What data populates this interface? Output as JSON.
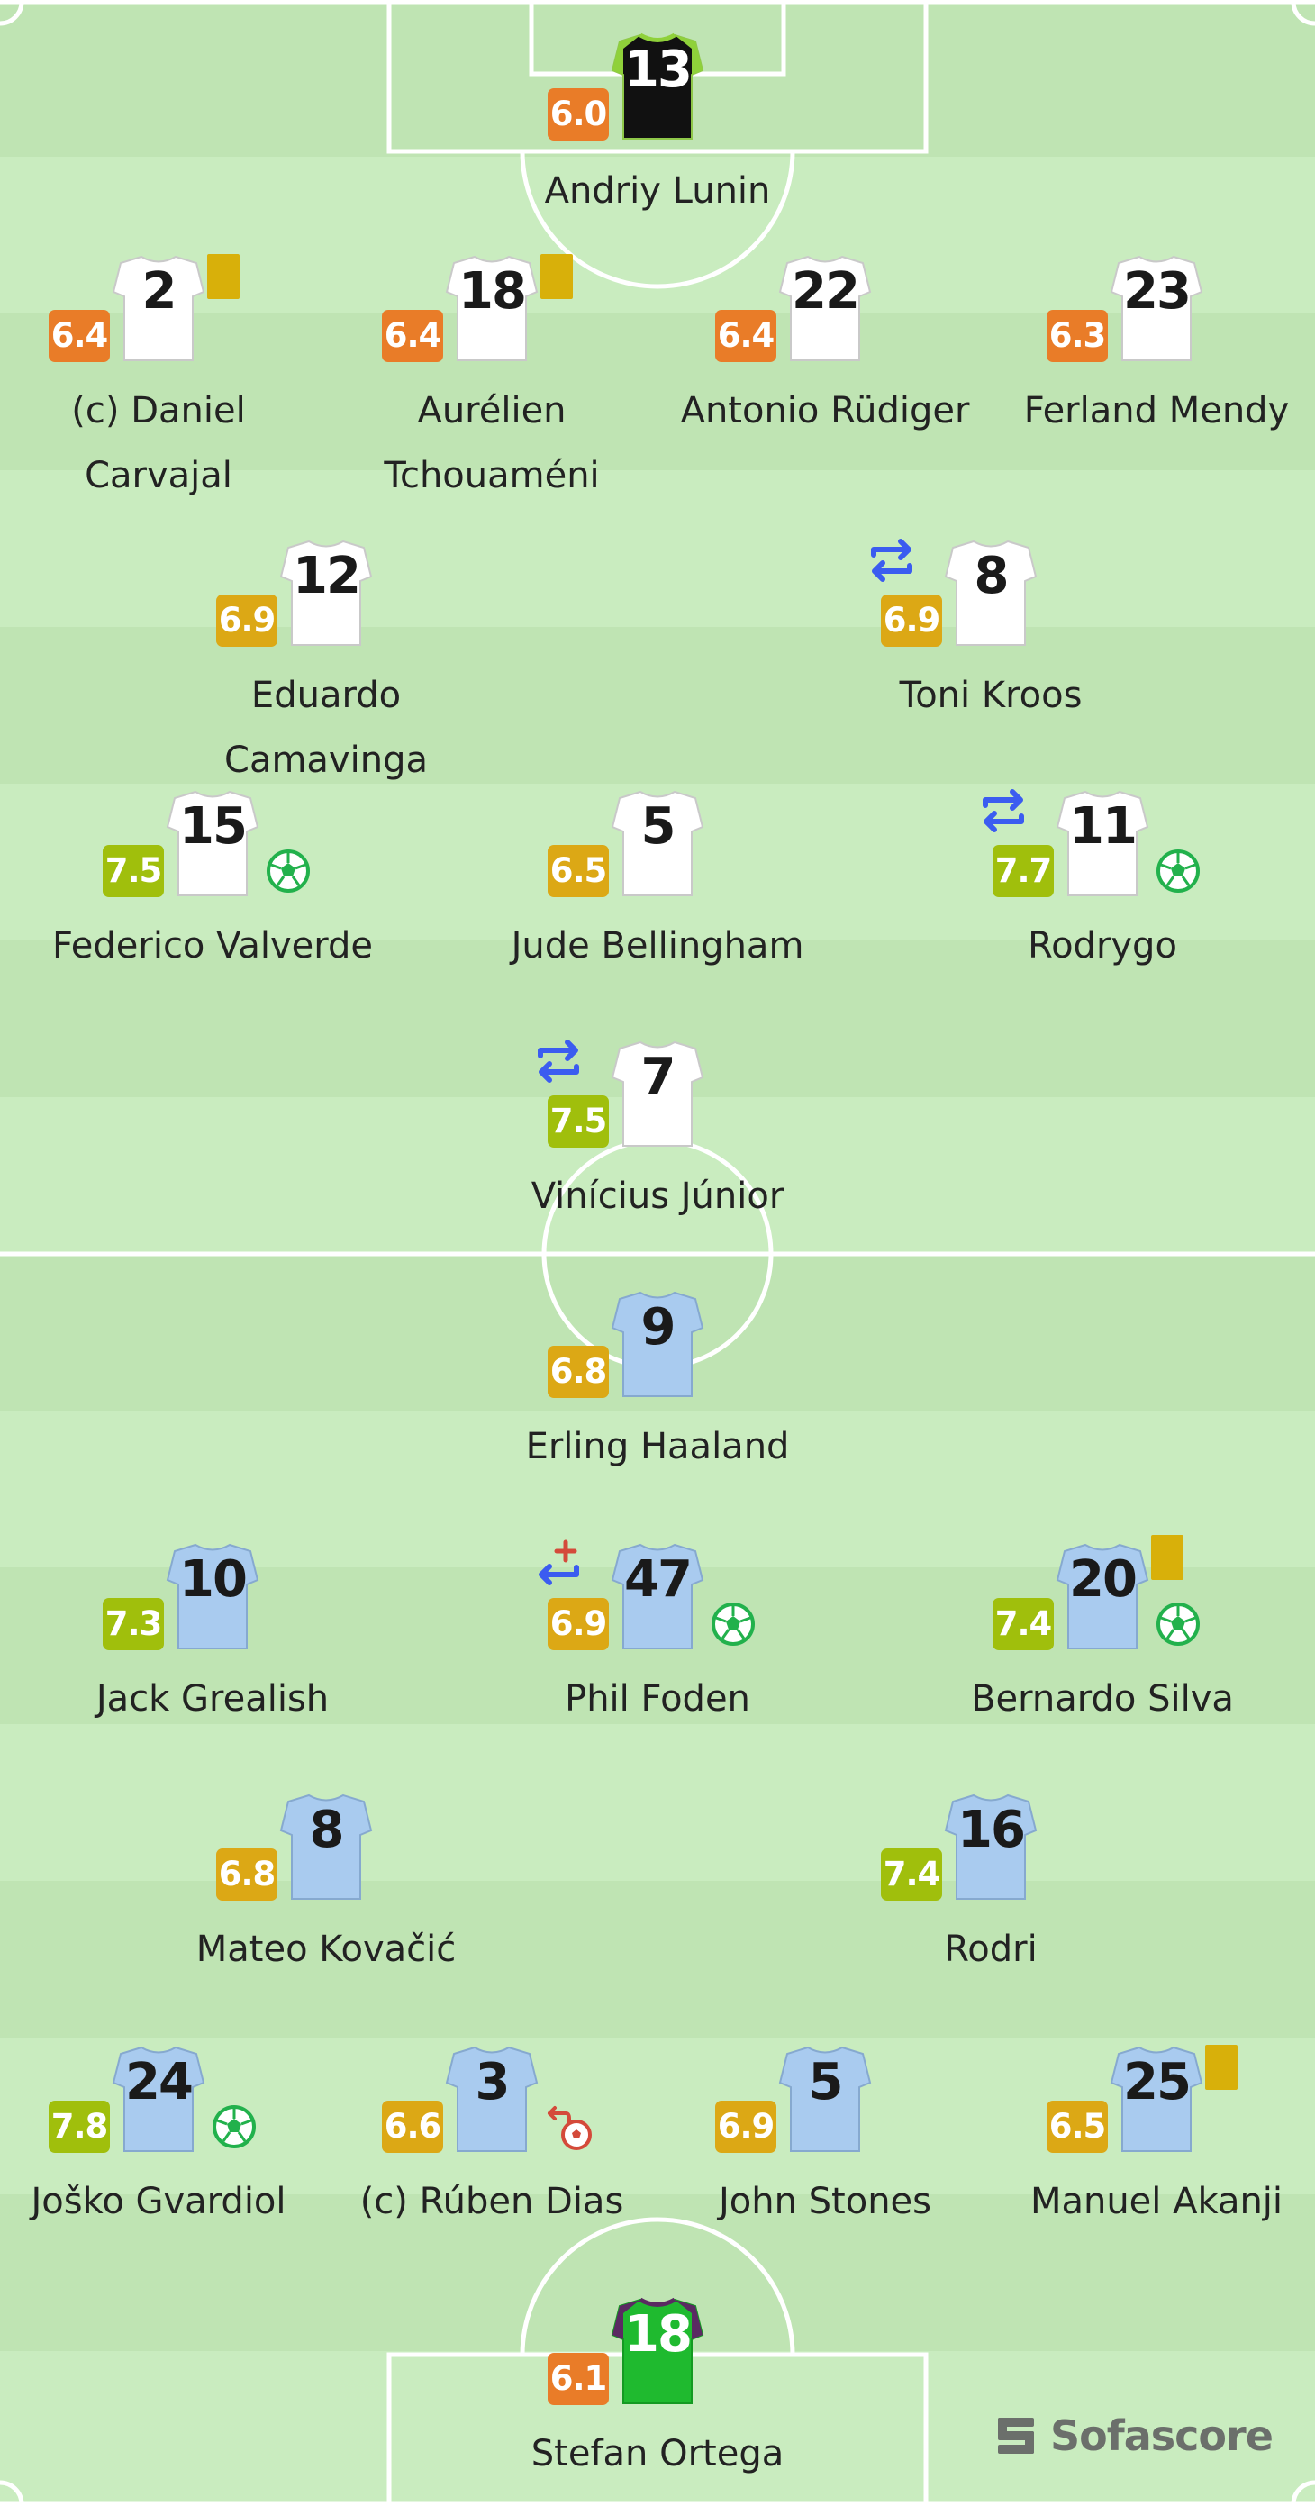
{
  "colors": {
    "pitch_light": "#c9ecbf",
    "pitch_dark": "#bfe4b3",
    "rating_orange": "#e97c28",
    "rating_yellow": "#dca815",
    "rating_green": "#a0bf0c",
    "home_shirt": "#ffffff",
    "away_shirt": "#a9cbef",
    "sub_arrows": "#3b5cf0",
    "yellow_card": "#d8b00a",
    "goal_ball": "#22b14c",
    "own_goal": "#d44a3a"
  },
  "home_players": [
    {
      "number": "13",
      "rating": "6.0",
      "name": "Andriy Lunin",
      "shirt": "gk_black"
    },
    {
      "number": "2",
      "rating": "6.4",
      "name": "(c) Daniel\nCarvajal",
      "events": [
        "yellow-card"
      ]
    },
    {
      "number": "18",
      "rating": "6.4",
      "name": "Aurélien\nTchouaméni",
      "events": [
        "yellow-card"
      ]
    },
    {
      "number": "22",
      "rating": "6.4",
      "name": "Antonio Rüdiger"
    },
    {
      "number": "23",
      "rating": "6.3",
      "name": "Ferland Mendy"
    },
    {
      "number": "12",
      "rating": "6.9",
      "name": "Eduardo Camavinga"
    },
    {
      "number": "8",
      "rating": "6.9",
      "name": "Toni Kroos",
      "events": [
        "substitution"
      ]
    },
    {
      "number": "15",
      "rating": "7.5",
      "name": "Federico Valverde",
      "events": [
        "goal"
      ]
    },
    {
      "number": "5",
      "rating": "6.5",
      "name": "Jude Bellingham"
    },
    {
      "number": "11",
      "rating": "7.7",
      "name": "Rodrygo",
      "events": [
        "substitution",
        "goal"
      ]
    },
    {
      "number": "7",
      "rating": "7.5",
      "name": "Vinícius Júnior",
      "events": [
        "substitution"
      ]
    }
  ],
  "away_players": [
    {
      "number": "9",
      "rating": "6.8",
      "name": "Erling Haaland"
    },
    {
      "number": "10",
      "rating": "7.3",
      "name": "Jack Grealish"
    },
    {
      "number": "47",
      "rating": "6.9",
      "name": "Phil Foden",
      "events": [
        "substitution-injury",
        "goal"
      ]
    },
    {
      "number": "20",
      "rating": "7.4",
      "name": "Bernardo Silva",
      "events": [
        "yellow-card",
        "goal"
      ]
    },
    {
      "number": "8",
      "rating": "6.8",
      "name": "Mateo Kovačić"
    },
    {
      "number": "16",
      "rating": "7.4",
      "name": "Rodri"
    },
    {
      "number": "24",
      "rating": "7.8",
      "name": "Joško Gvardiol",
      "events": [
        "goal"
      ]
    },
    {
      "number": "3",
      "rating": "6.6",
      "name": "(c) Rúben Dias",
      "events": [
        "own-goal"
      ]
    },
    {
      "number": "5",
      "rating": "6.9",
      "name": "John Stones"
    },
    {
      "number": "25",
      "rating": "6.5",
      "name": "Manuel Akanji",
      "events": [
        "yellow-card"
      ]
    },
    {
      "number": "18",
      "rating": "6.1",
      "name": "Stefan Ortega",
      "shirt": "gk_green"
    }
  ],
  "icons": {
    "substitution": "swap-arrows-icon",
    "substitution_injury": "injury-swap-icon",
    "goal": "football-icon",
    "own_goal": "own-goal-icon",
    "yellow_card": "yellow-card-icon",
    "brand": "sofascore-logo-icon"
  },
  "brand": {
    "text": "Sofascore"
  }
}
